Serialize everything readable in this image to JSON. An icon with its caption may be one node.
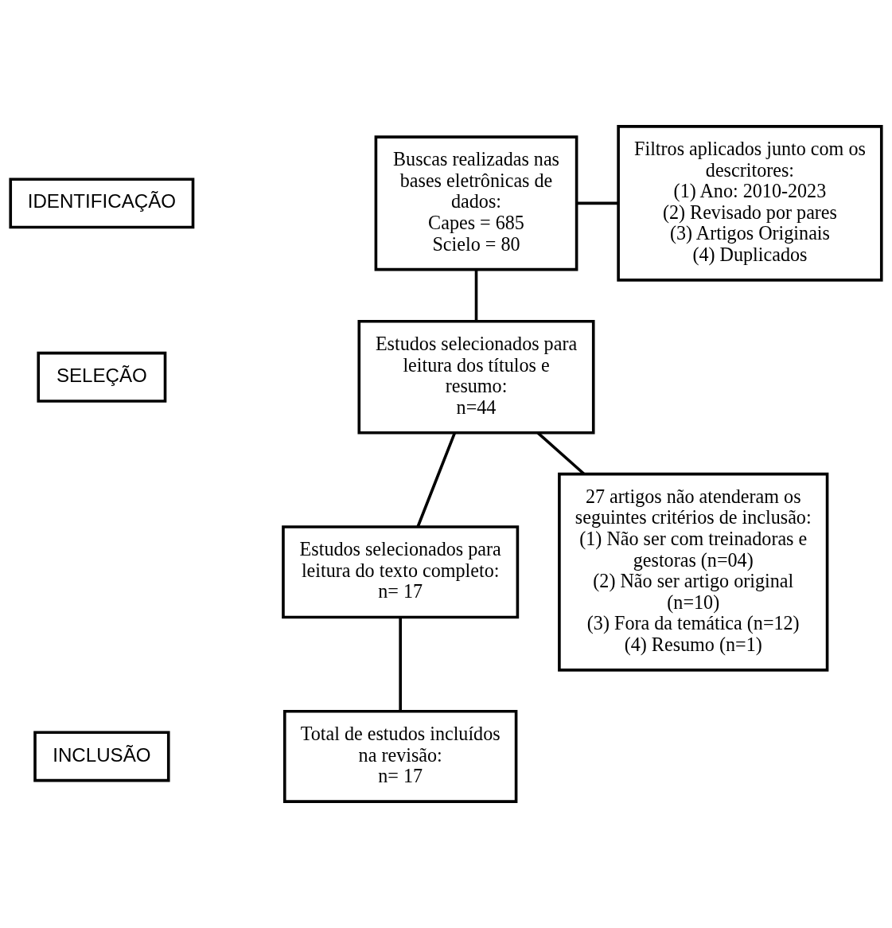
{
  "diagram": {
    "nodes": [
      {
        "text": [
          "IDENTIFICAÇÃO"
        ]
      },
      {
        "text": [
          "SELEÇÃO"
        ]
      },
      {
        "text": [
          "INCLUSÃO"
        ]
      },
      {
        "text": [
          "Buscas realizadas nas bases eletrônicas de dados:",
          "Capes = 685",
          "Scielo = 80"
        ]
      },
      {
        "text": [
          "Filtros aplicados junto com os descritores:",
          "(1) Ano: 2010-2023",
          "(2) Revisado por pares",
          "(3) Artigos Originais",
          "(4) Duplicados"
        ]
      },
      {
        "text": [
          "Estudos selecionados para leitura dos títulos e resumo:",
          "n=44"
        ]
      },
      {
        "text": [
          "Estudos selecionados para leitura do texto completo:",
          "n= 17"
        ]
      },
      {
        "text": [
          "27 artigos não atenderam os seguintes critérios de inclusão:",
          "(1) Não ser com treinadoras e gestoras (n=04)",
          "(2) Não ser artigo original (n=10)",
          "(3) Fora da temática (n=12)",
          "(4) Resumo (n=1)"
        ]
      },
      {
        "text": [
          "Total de estudos incluídos na revisão:",
          "n= 17"
        ]
      }
    ],
    "edges": [
      {
        "from": 3,
        "to": 5,
        "arrow": "none"
      },
      {
        "from": 3,
        "to": 4,
        "arrow": "none"
      },
      {
        "from": 5,
        "to": 6,
        "arrow": "none"
      },
      {
        "from": 5,
        "to": 7,
        "arrow": "none"
      },
      {
        "from": 6,
        "to": 8,
        "arrow": "none"
      }
    ]
  }
}
